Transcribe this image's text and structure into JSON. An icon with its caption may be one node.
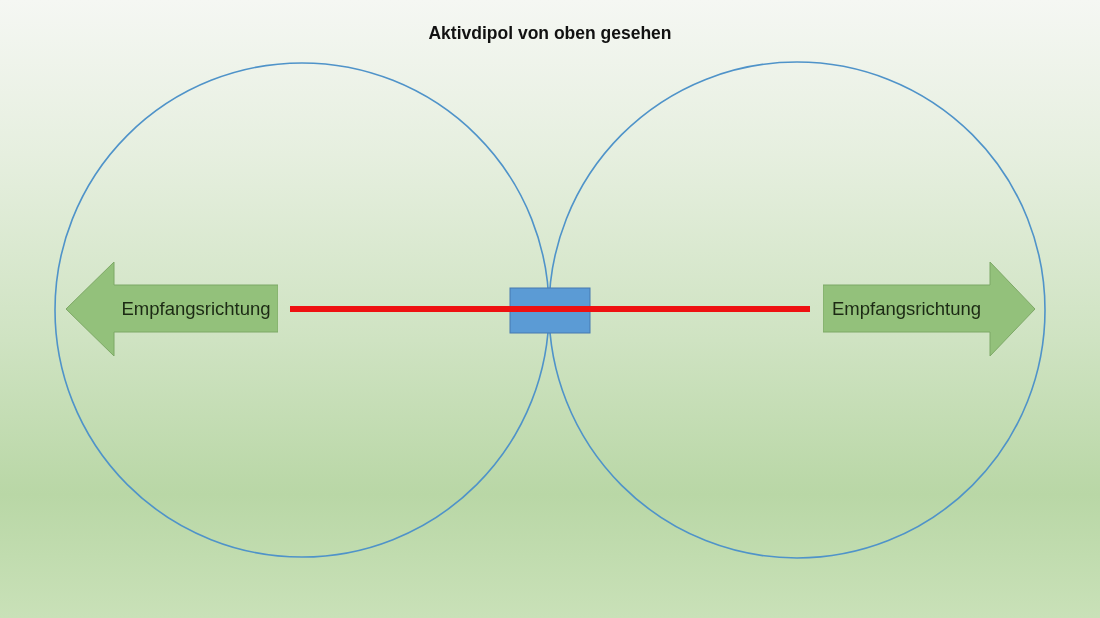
{
  "diagram": {
    "title": "Aktivdipol von oben gesehen",
    "nodes": [
      {
        "text": [
          "Empfangsrichtung"
        ]
      },
      {
        "text": [
          "Empfangsrichtung"
        ]
      }
    ]
  }
}
